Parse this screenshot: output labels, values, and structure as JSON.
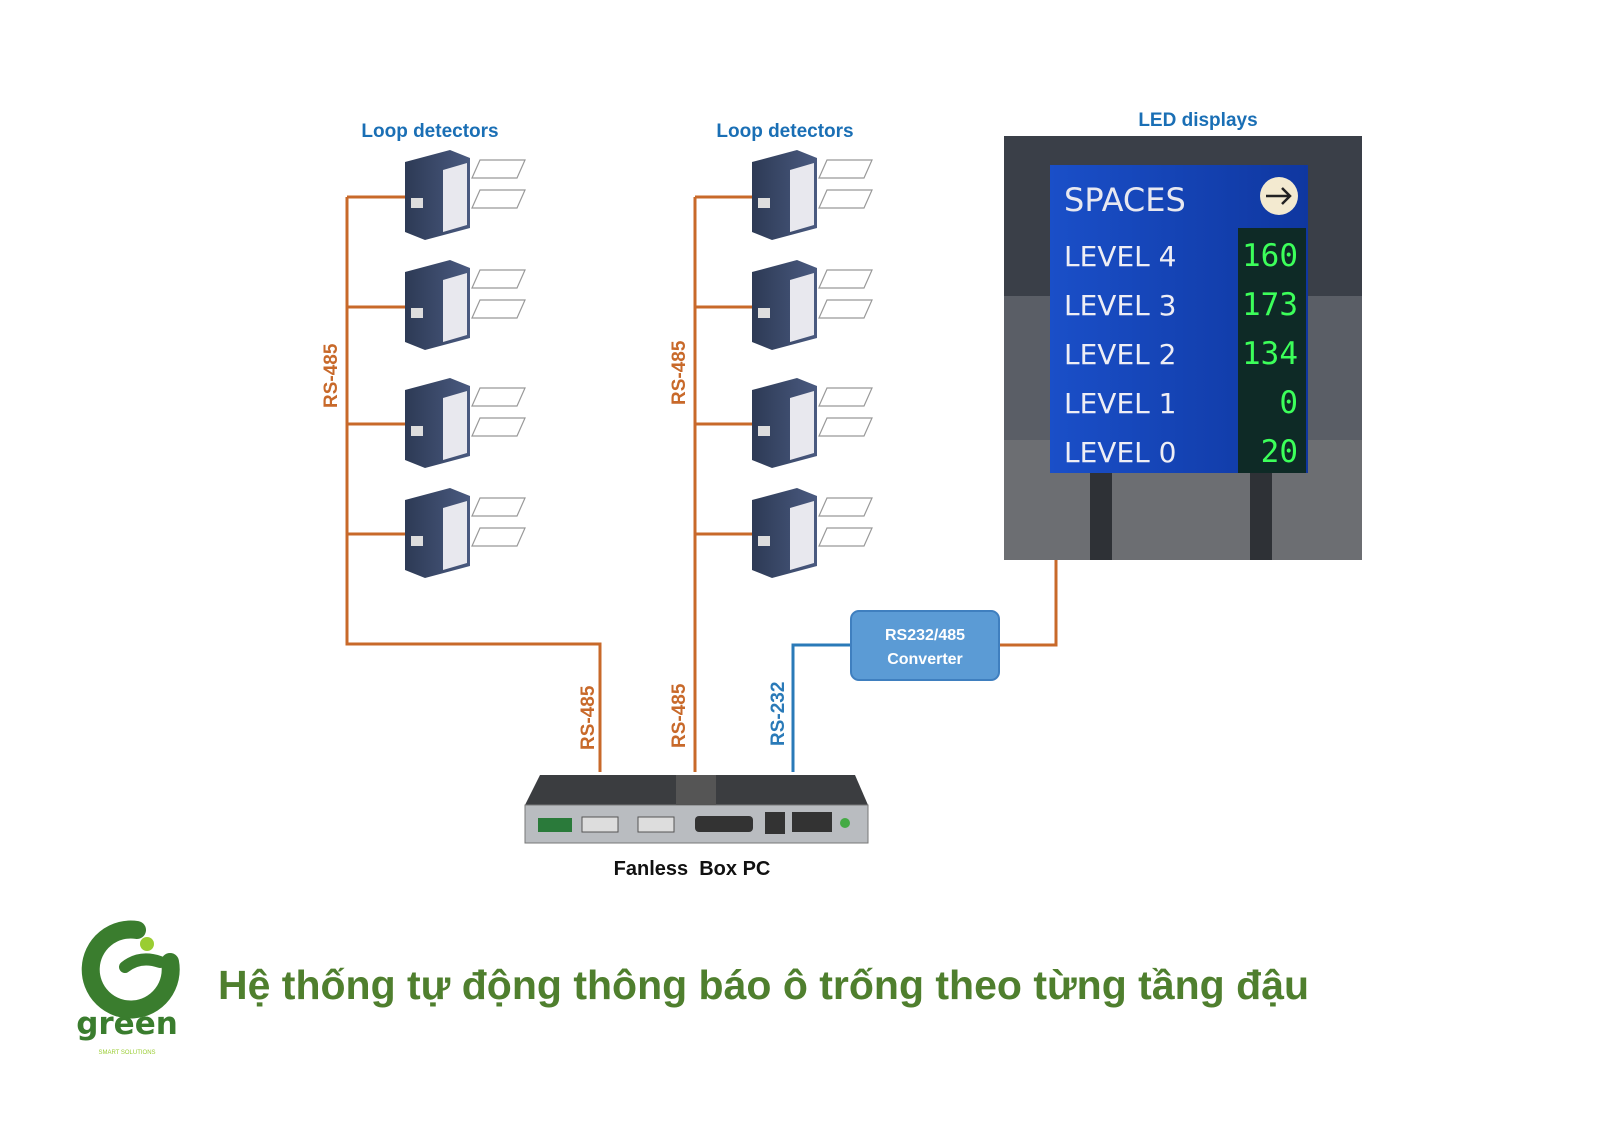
{
  "diagram": {
    "loop_detectors_label_1": "Loop detectors",
    "loop_detectors_label_2": "Loop detectors",
    "led_displays_label": "LED displays",
    "bus_labels": {
      "left_bus": "RS-485",
      "middle_bus": "RS-485",
      "left_down": "RS-485",
      "middle_down": "RS-485",
      "converter_link": "RS-232"
    },
    "converter": {
      "line1": "RS232/485",
      "line2": "Converter"
    },
    "pc_label": "Fanless  Box PC",
    "led_sign": {
      "header": "SPACES",
      "arrow_icon": "arrow-right-icon",
      "rows": [
        {
          "label": "LEVEL 4",
          "value": "160"
        },
        {
          "label": "LEVEL 3",
          "value": "173"
        },
        {
          "label": "LEVEL 2",
          "value": "134"
        },
        {
          "label": "LEVEL 1",
          "value": "0"
        },
        {
          "label": "LEVEL 0",
          "value": "20"
        }
      ]
    },
    "colors": {
      "rs485": "#c8692a",
      "rs232": "#2a7ab8",
      "label_blue": "#1a6fb5",
      "converter": "#5b9bd5",
      "led_green": "#3cff5a",
      "sign_blue": "#1546b8"
    }
  },
  "footer": {
    "logo_text": "green",
    "logo_subtext": "SMART SOLUTIONS",
    "title": "Hệ thống tự động thông báo ô trống theo từng tầng đậu"
  }
}
